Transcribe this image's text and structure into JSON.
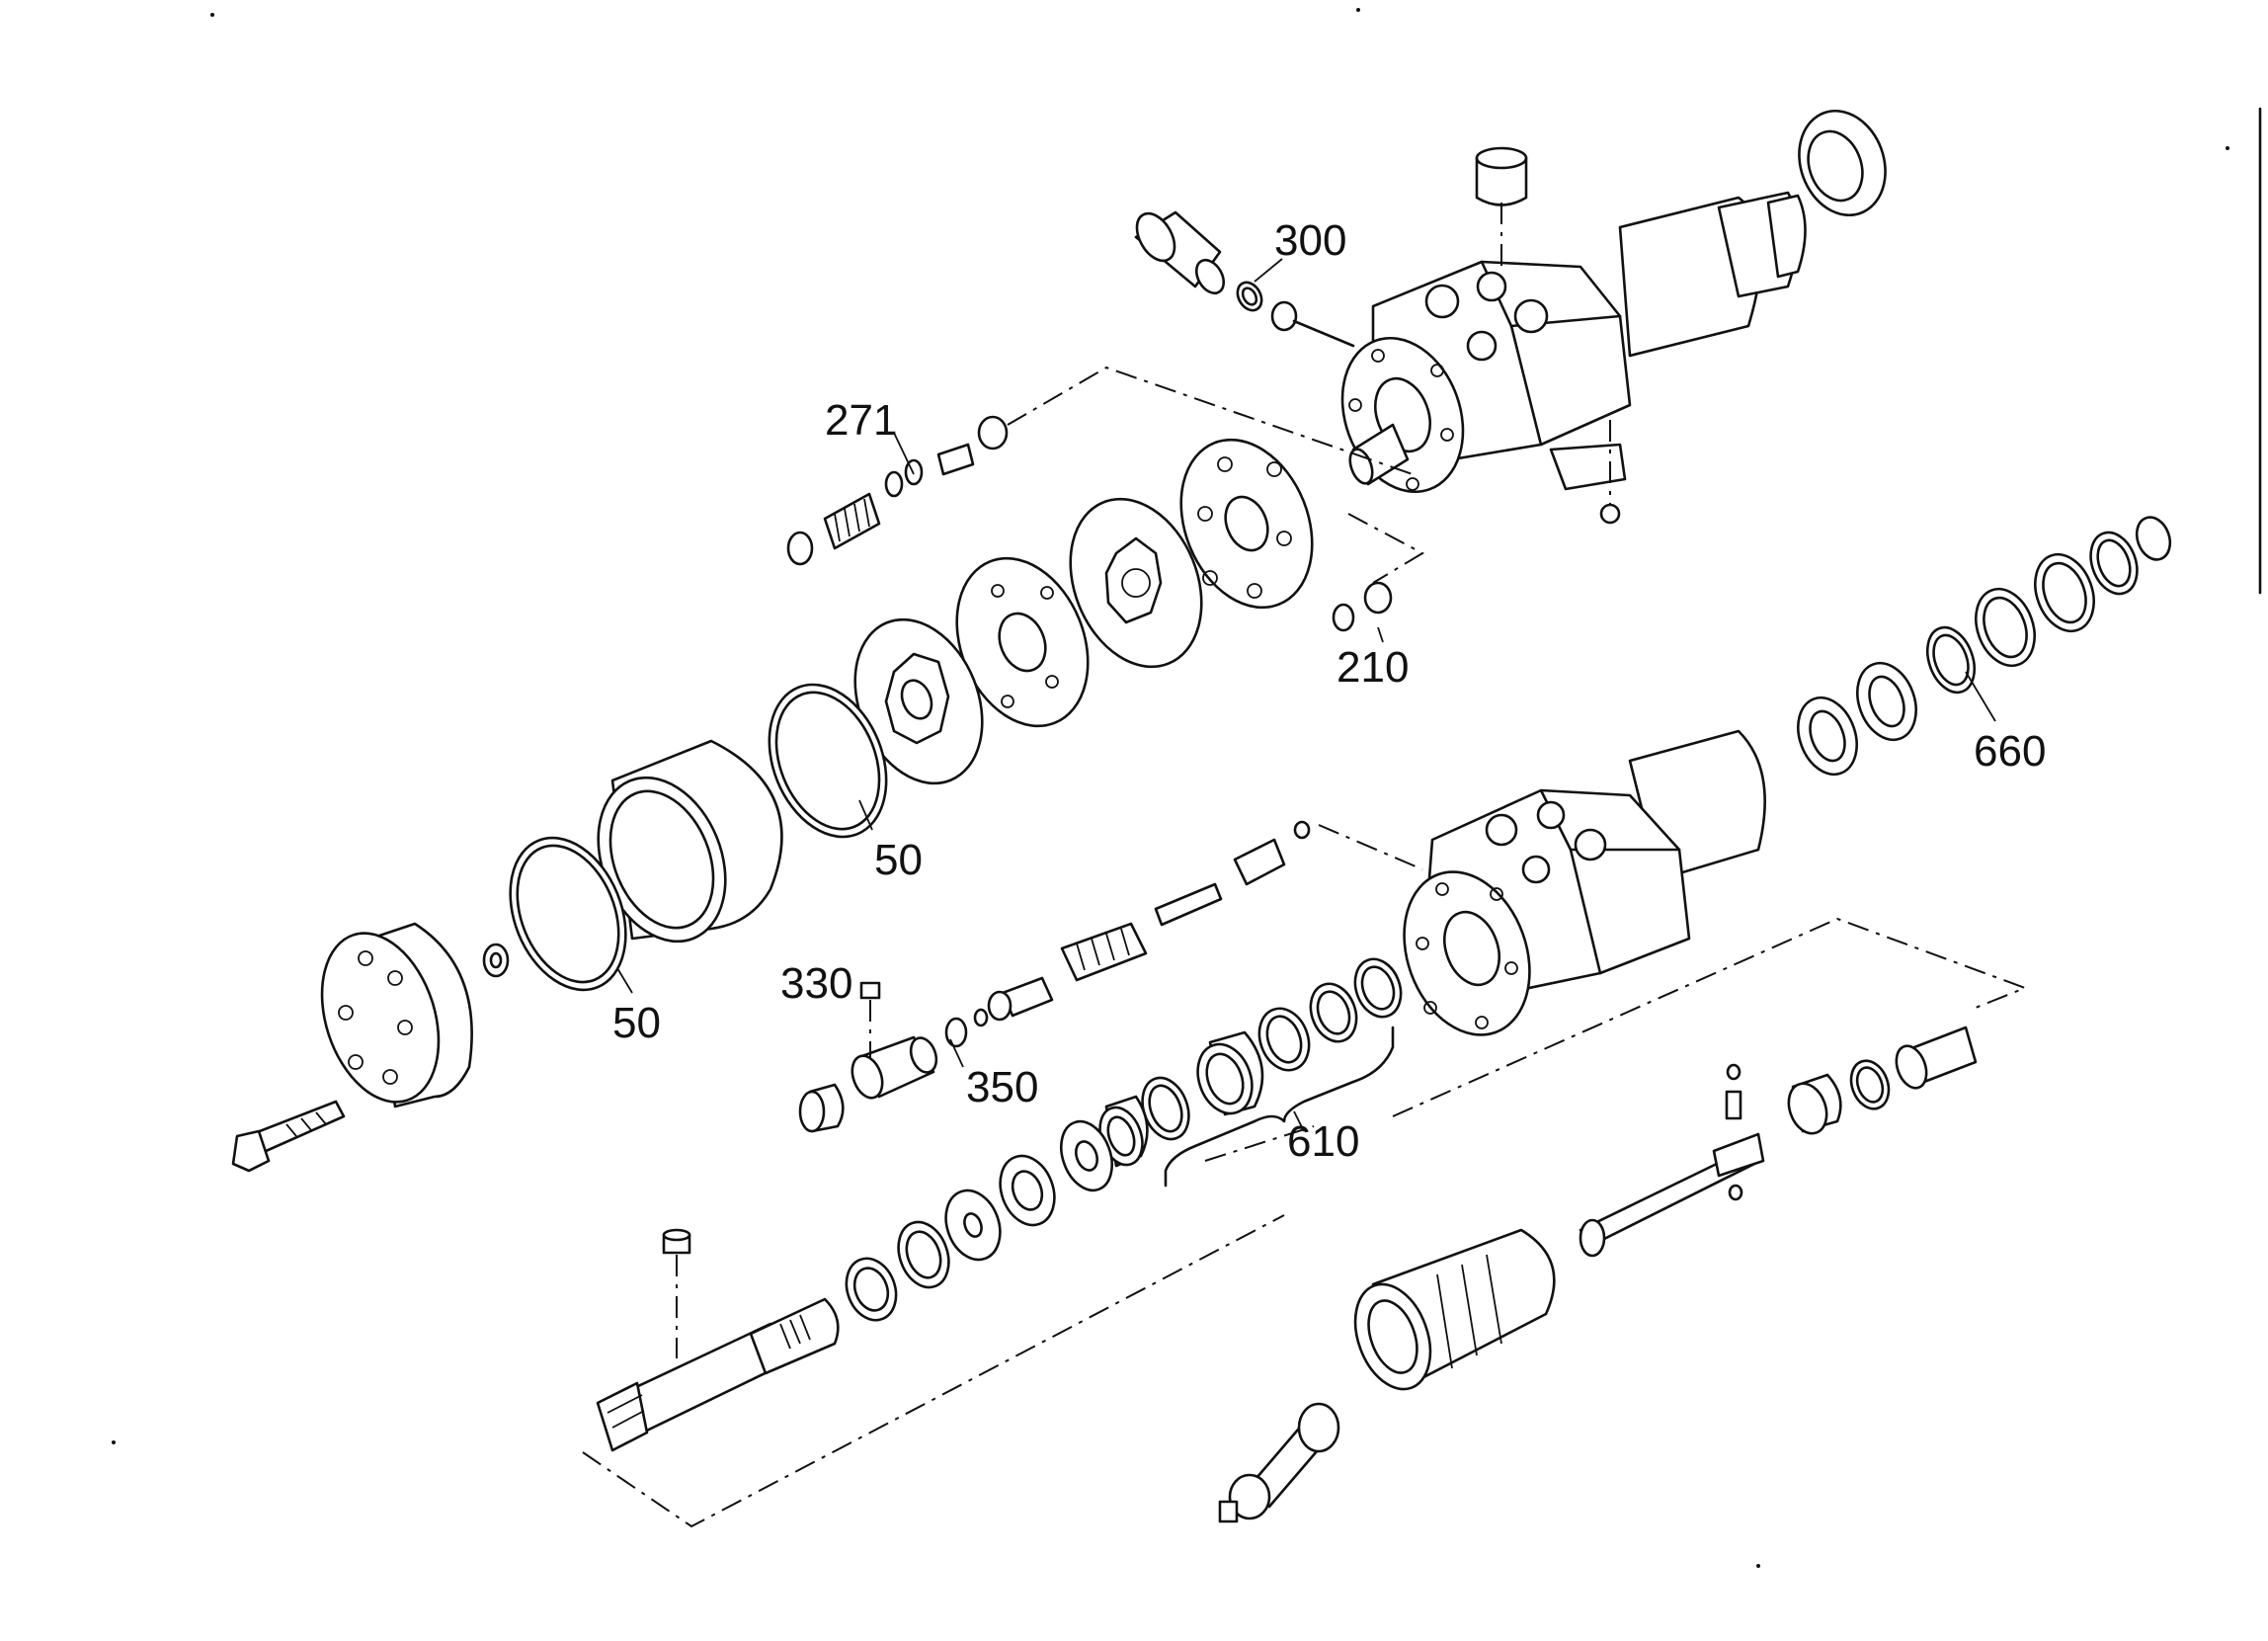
{
  "diagram": {
    "callouts": [
      {
        "id": "c300",
        "text": "300"
      },
      {
        "id": "c271",
        "text": "271"
      },
      {
        "id": "c210",
        "text": "210"
      },
      {
        "id": "c660",
        "text": "660"
      },
      {
        "id": "c50a",
        "text": "50"
      },
      {
        "id": "c50b",
        "text": "50"
      },
      {
        "id": "c330",
        "text": "330"
      },
      {
        "id": "c350",
        "text": "350"
      },
      {
        "id": "c610",
        "text": "610"
      }
    ],
    "colors": {
      "line": "#111111",
      "background": "#ffffff"
    }
  }
}
